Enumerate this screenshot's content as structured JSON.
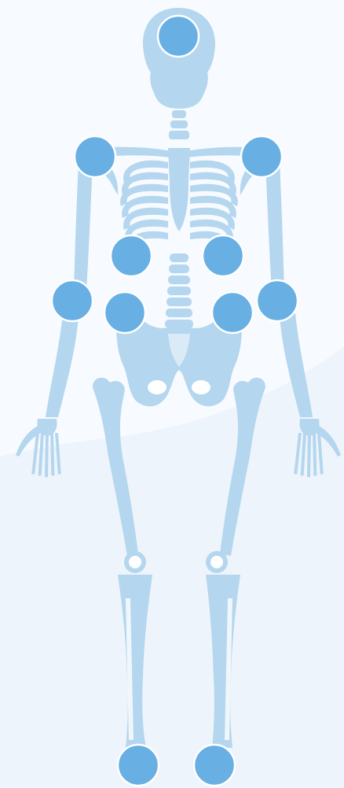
{
  "colors": {
    "page_background": "#eef4fb",
    "background_wave": "#f7fafe",
    "bone": "#b4d6ee",
    "bone_detail": "#ffffff",
    "hotspot_fill": "#68afe3",
    "hotspot_ring": "#ffffff"
  },
  "hotspots": [
    {
      "id": "head",
      "label": ""
    },
    {
      "id": "shoulder-right",
      "label": ""
    },
    {
      "id": "shoulder-left",
      "label": ""
    },
    {
      "id": "lower-ribs-right",
      "label": ""
    },
    {
      "id": "lower-ribs-left",
      "label": ""
    },
    {
      "id": "elbow-right",
      "label": ""
    },
    {
      "id": "hip-right",
      "label": ""
    },
    {
      "id": "hip-left",
      "label": ""
    },
    {
      "id": "elbow-left",
      "label": ""
    },
    {
      "id": "foot-right",
      "label": ""
    },
    {
      "id": "foot-left",
      "label": ""
    }
  ]
}
